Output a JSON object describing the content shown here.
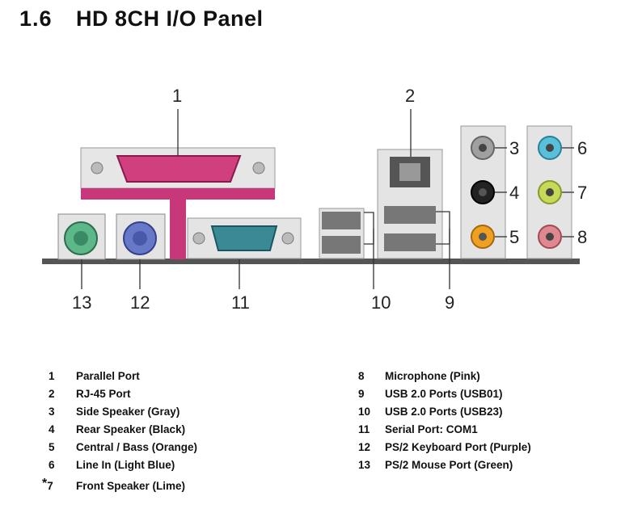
{
  "title": {
    "number": "1.6",
    "text": "HD 8CH I/O Panel"
  },
  "callouts": [
    "1",
    "2",
    "3",
    "4",
    "5",
    "6",
    "7",
    "8",
    "9",
    "10",
    "11",
    "12",
    "13"
  ],
  "legend": {
    "left": [
      {
        "num": "1",
        "label": "Parallel Port"
      },
      {
        "num": "2",
        "label": "RJ-45 Port"
      },
      {
        "num": "3",
        "label": "Side Speaker (Gray)"
      },
      {
        "num": "4",
        "label": "Rear Speaker (Black)"
      },
      {
        "num": "5",
        "label": "Central / Bass (Orange)"
      },
      {
        "num": "6",
        "label": "Line In (Light Blue)"
      },
      {
        "num": "7",
        "label": "Front Speaker (Lime)",
        "star": "*"
      }
    ],
    "right": [
      {
        "num": "8",
        "label": "Microphone (Pink)"
      },
      {
        "num": "9",
        "label": "USB 2.0 Ports (USB01)"
      },
      {
        "num": "10",
        "label": "USB 2.0 Ports (USB23)"
      },
      {
        "num": "11",
        "label": "Serial Port: COM1"
      },
      {
        "num": "12",
        "label": "PS/2 Keyboard Port (Purple)"
      },
      {
        "num": "13",
        "label": "PS/2 Mouse Port (Green)"
      }
    ]
  },
  "colors": {
    "parallel": "#d0407f",
    "serial": "#3a8a96",
    "ps2_mouse": "#5cb888",
    "ps2_keyboard": "#6878c8",
    "gray_jack": "#a0a0a0",
    "black_jack": "#222222",
    "orange_jack": "#f0a020",
    "blue_jack": "#58c0d8",
    "lime_jack": "#c8d858",
    "pink_jack": "#e08890"
  }
}
